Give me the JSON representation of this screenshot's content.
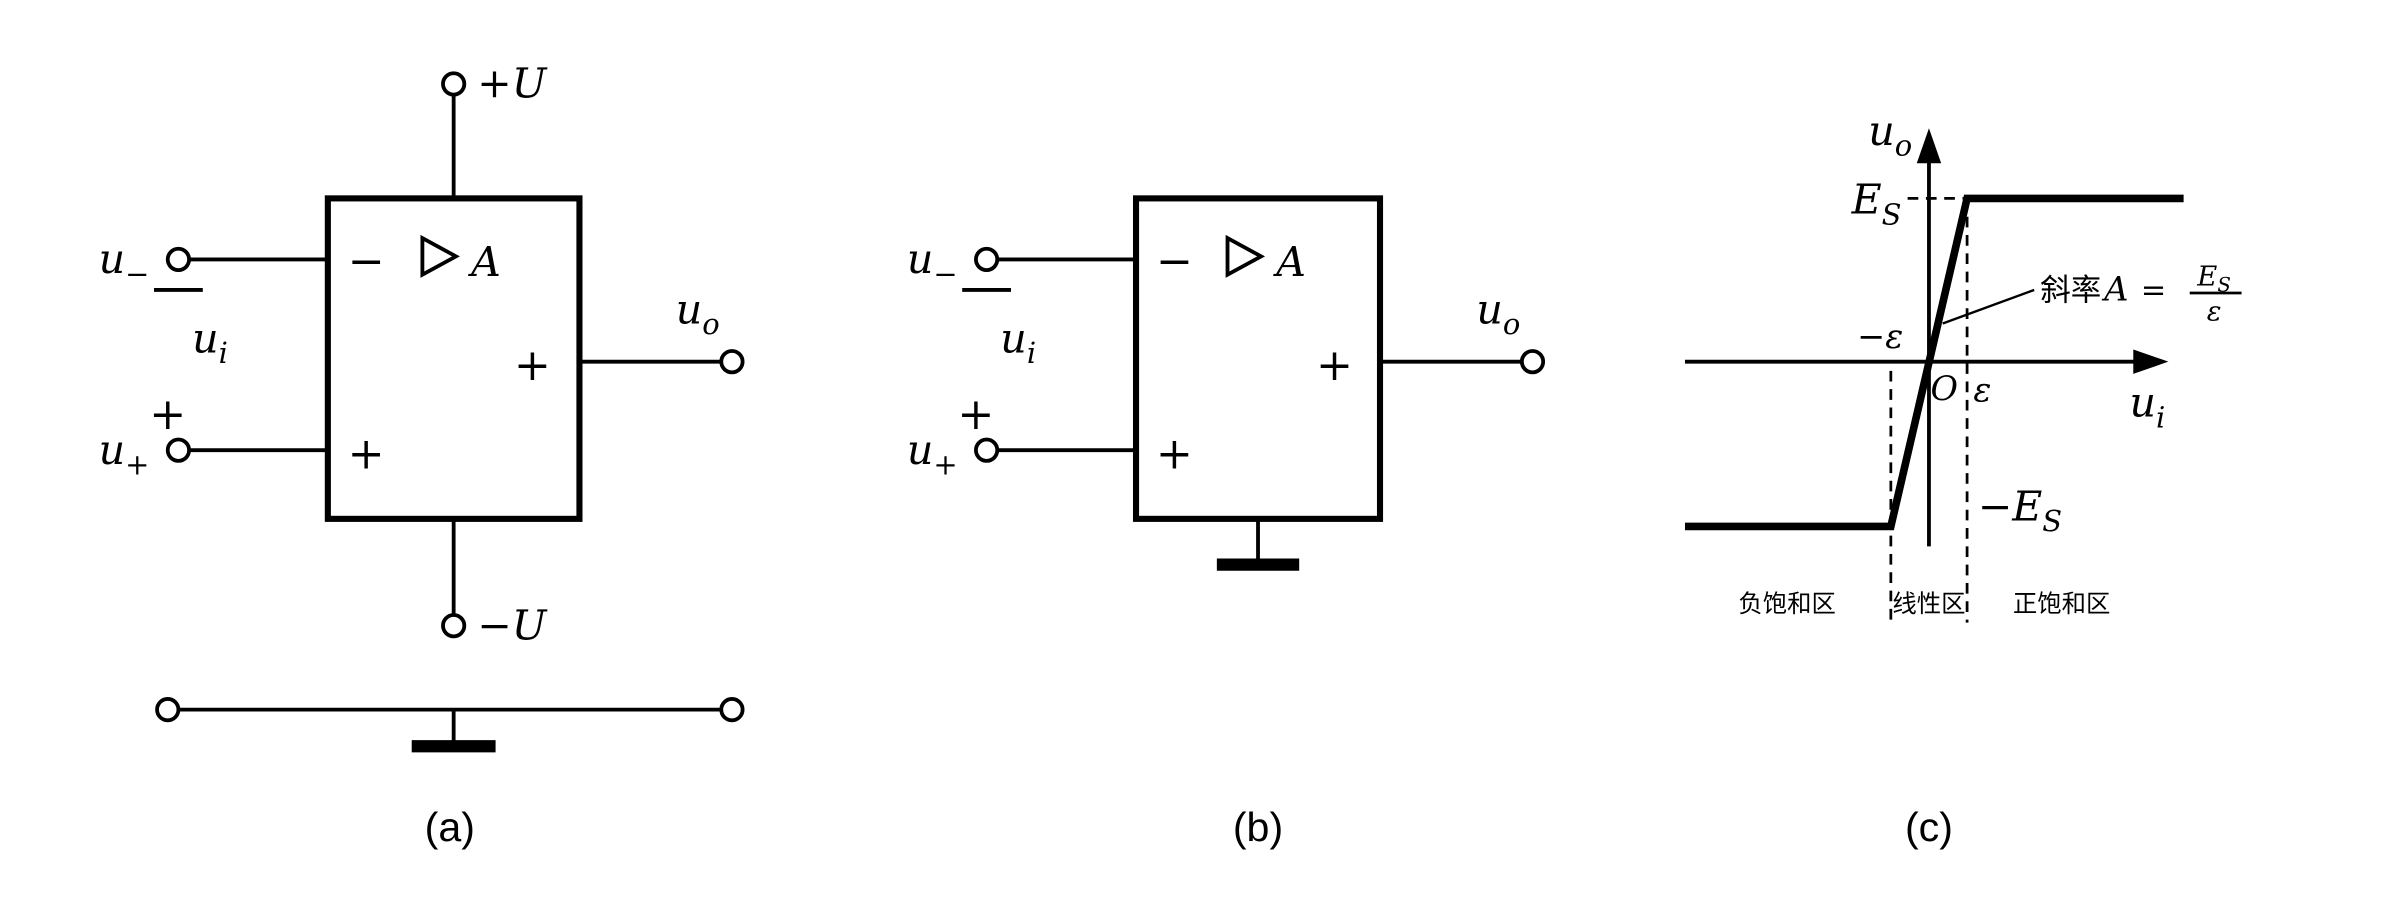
{
  "figure": {
    "background": "#ffffff",
    "ink": "#000000",
    "icons": {
      "amp_triangle": "right-pointing-open-triangle",
      "ground": "ground-bar-symbol",
      "terminal": "open-circle-terminal"
    }
  },
  "opamp_a": {
    "caption": "(a)",
    "supply_top": "+U",
    "supply_bottom": "−U",
    "inv_sign": "−",
    "noninv_sign": "+",
    "out_sign": "+",
    "gain": "A",
    "u_minus": {
      "base": "u",
      "sub": "−"
    },
    "u_plus": {
      "base": "u",
      "sub": "+"
    },
    "u_in": {
      "base": "u",
      "sub": "i"
    },
    "u_in_polarity": "+",
    "u_out": {
      "base": "u",
      "sub": "o"
    }
  },
  "opamp_b": {
    "caption": "(b)",
    "inv_sign": "−",
    "noninv_sign": "+",
    "out_sign": "+",
    "gain": "A",
    "u_minus": {
      "base": "u",
      "sub": "−"
    },
    "u_plus": {
      "base": "u",
      "sub": "+"
    },
    "u_in": {
      "base": "u",
      "sub": "i"
    },
    "u_in_polarity": "+",
    "u_out": {
      "base": "u",
      "sub": "o"
    }
  },
  "transfer_plot": {
    "caption": "(c)",
    "y_label": {
      "base": "u",
      "sub": "o"
    },
    "x_label": {
      "base": "u",
      "sub": "i"
    },
    "pos_sat": {
      "base": "E",
      "sub": "S"
    },
    "neg_sat": {
      "base": "−E",
      "sub": "S"
    },
    "origin": "O",
    "epsilon": "ε",
    "neg_epsilon": "−ε",
    "slope_cjk": "斜率",
    "slope_var": "A",
    "slope_eq": "=",
    "frac_num": {
      "base": "E",
      "sub": "S"
    },
    "frac_den": "ε",
    "regions": [
      "负饱和区",
      "线性区",
      "正饱和区"
    ],
    "curve_data": {
      "type": "line",
      "x_symbolic": [
        "u_i ≤ −ε",
        "−ε ≤ u_i ≤ ε",
        "u_i ≥ ε"
      ],
      "y_symbolic": [
        "−E_S",
        "A·u_i",
        "E_S"
      ],
      "slope": "A = E_S / ε"
    }
  }
}
